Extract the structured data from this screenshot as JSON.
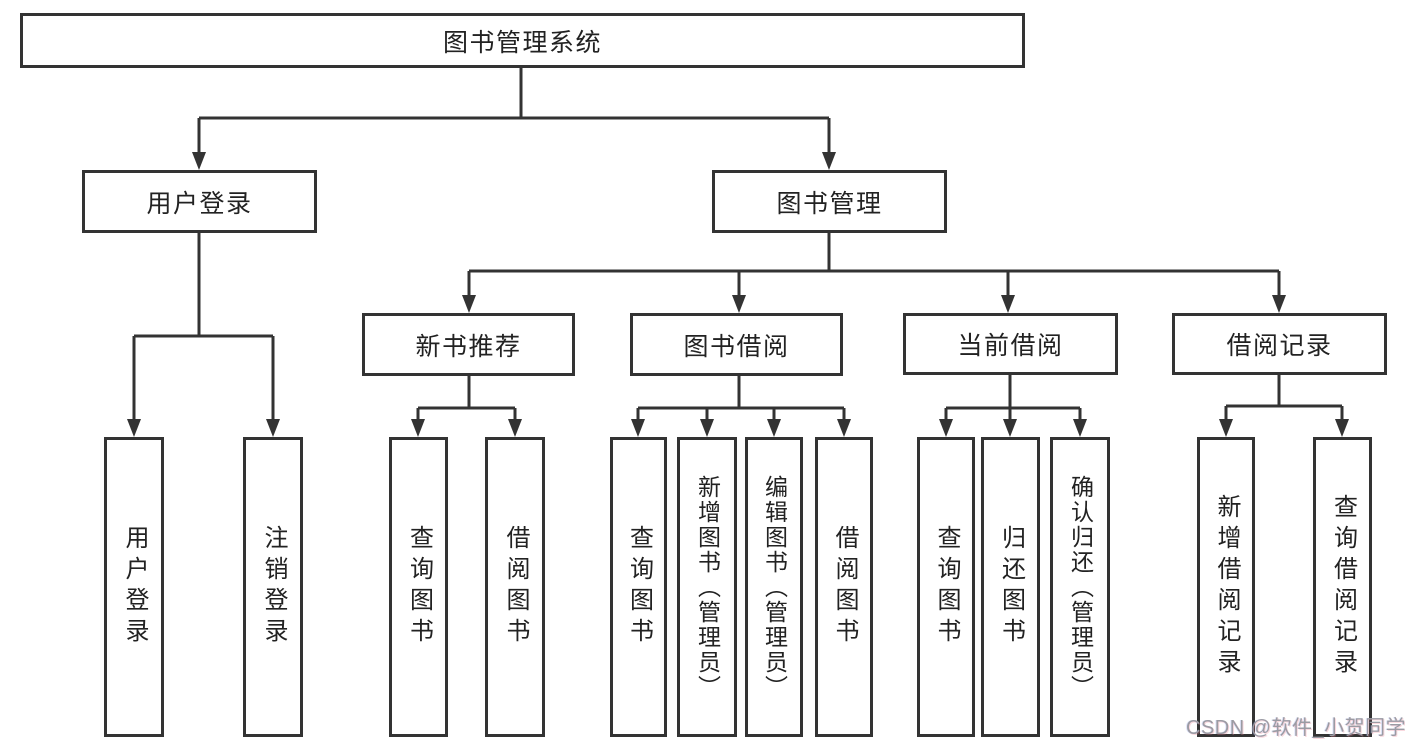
{
  "diagram": {
    "root": "图书管理系统",
    "level2": [
      {
        "label": "用户登录",
        "children": [
          "用户登录",
          "注销登录"
        ]
      },
      {
        "label": "图书管理",
        "children": [
          {
            "label": "新书推荐",
            "children": [
              "查询图书",
              "借阅图书"
            ]
          },
          {
            "label": "图书借阅",
            "children": [
              "查询图书",
              "新增图书（管理员）",
              "编辑图书（管理员）",
              "借阅图书"
            ]
          },
          {
            "label": "当前借阅",
            "children": [
              "查询图书",
              "归还图书",
              "确认归还（管理员）"
            ]
          },
          {
            "label": "借阅记录",
            "children": [
              "新增借阅记录",
              "查询借阅记录"
            ]
          }
        ]
      }
    ]
  },
  "colors": {
    "line": "#333333",
    "text": "#222222",
    "background": "#ffffff",
    "watermark": "#9b9ba3"
  },
  "watermark": "CSDN @软件_小贺同学"
}
